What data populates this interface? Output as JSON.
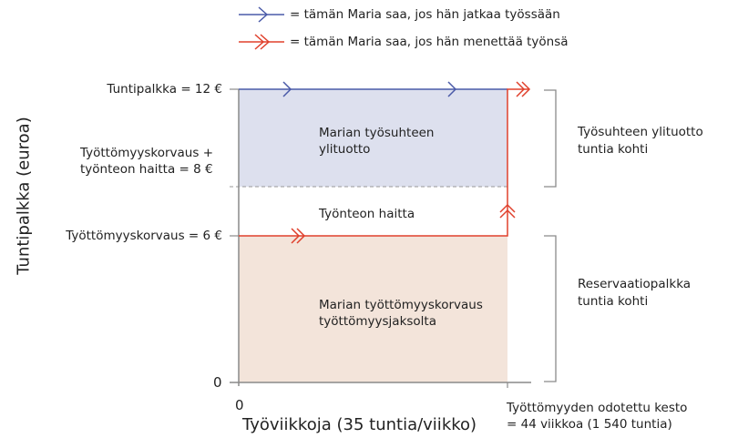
{
  "legend": {
    "items": [
      {
        "icon": "single-arrow-blue-icon",
        "text": "= tämän Maria saa, jos hän jatkaa työssään",
        "color": "#4a5aa8"
      },
      {
        "icon": "double-arrow-red-icon",
        "text": "= tämän Maria saa, jos hän menettää työnsä",
        "color": "#e0402c"
      }
    ]
  },
  "axes": {
    "y_label": "Tuntipalkka (euroa)",
    "x_label": "Työviikkoja (35 tuntia/viikko)",
    "y_ticks": {
      "wage": "Tuntipalkka = 12 €",
      "benefit_plus_disutility_1": "Työttömyyskorvaus +",
      "benefit_plus_disutility_2": "työnteon haitta = 8 €",
      "benefit": "Työttömyyskorvaus = 6 €",
      "zero": "0"
    },
    "x_ticks": {
      "zero": "0",
      "duration_1": "Työttömyyden odotettu kesto",
      "duration_2": "= 44 viikkoa (1 540 tuntia)"
    }
  },
  "regions": {
    "surplus_1": "Marian työsuhteen",
    "surplus_2": "ylituotto",
    "disutility": "Työnteon haitta",
    "benefit_1": "Marian työttömyyskorvaus",
    "benefit_2": "työttömyysjaksolta"
  },
  "brackets": {
    "top_1": "Työsuhteen ylituotto",
    "top_2": "tuntia kohti",
    "bottom_1": "Reservaatiopalkka",
    "bottom_2": "tuntia kohti"
  },
  "colors": {
    "blue_line": "#4a5aa8",
    "red_line": "#e0402c",
    "surplus_fill": "#dde0ee",
    "benefit_fill": "#f3e4da",
    "axis": "#8a8a8a"
  },
  "chart_data": {
    "type": "area",
    "title": "",
    "xlabel": "Työviikkoja (35 tuntia/viikko)",
    "ylabel": "Tuntipalkka (euroa)",
    "x_range": [
      0,
      44
    ],
    "y_ticks": [
      0,
      6,
      8,
      12
    ],
    "series": [
      {
        "name": "tämän Maria saa, jos hän jatkaa työssään",
        "y": 12,
        "x": [
          0,
          44
        ]
      },
      {
        "name": "tämän Maria saa, jos hän menettää työnsä",
        "y": 6,
        "x": [
          0,
          44
        ],
        "then_rises_to": 12
      }
    ],
    "areas": [
      {
        "name": "Marian työsuhteen ylituotto",
        "y_from": 8,
        "y_to": 12
      },
      {
        "name": "Työnteon haitta",
        "y_from": 6,
        "y_to": 8
      },
      {
        "name": "Marian työttömyyskorvaus työttömyysjaksolta",
        "y_from": 0,
        "y_to": 6
      }
    ],
    "annotations": [
      "Työsuhteen ylituotto tuntia kohti",
      "Reservaatiopalkka tuntia kohti",
      "Työttömyyden odotettu kesto = 44 viikkoa (1 540 tuntia)"
    ]
  }
}
